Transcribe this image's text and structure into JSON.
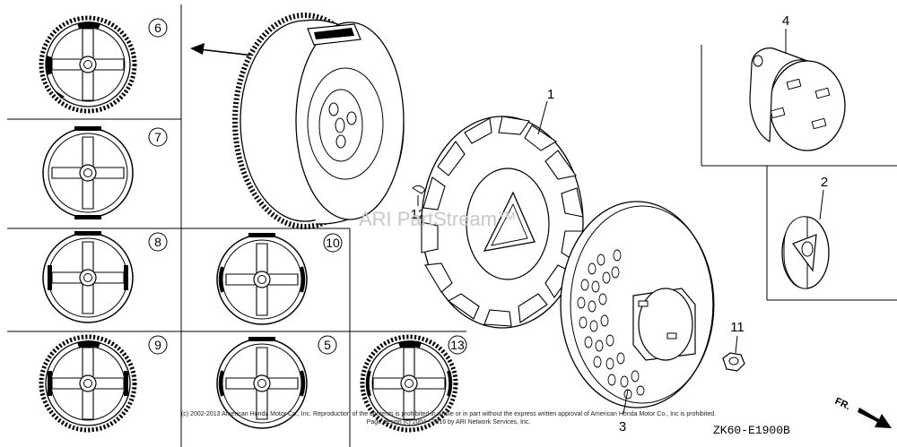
{
  "watermark": "ARI PartStream™",
  "copyright_line1": "(c) 2002-2013 American Honda Motor Co., Inc. Reproduction of the contents is prohibited in whole or in part without the express written approval of American Honda Motor Co., Inc is prohibited.",
  "copyright_line2": "Page design (c) 2004 - 2016 by ARI Network Services, Inc.",
  "diagram_code": "ZK60-E1900B",
  "direction_label": "FR.",
  "callouts": {
    "c1": "1",
    "c2": "2",
    "c3": "3",
    "c4": "4",
    "c11": "11",
    "c12": "12",
    "c5": "5",
    "c6": "6",
    "c7": "7",
    "c8": "8",
    "c9": "9",
    "c10": "10",
    "c13": "13"
  }
}
